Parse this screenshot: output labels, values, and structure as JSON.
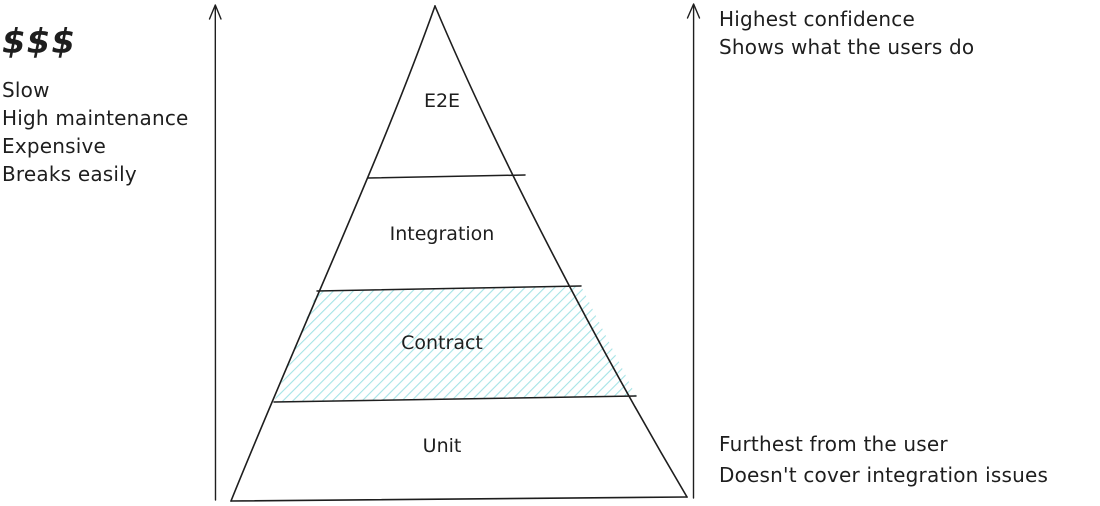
{
  "left_panel": {
    "cost": "$$$",
    "traits": [
      "Slow",
      "High maintenance",
      "Expensive",
      "Breaks easily"
    ]
  },
  "pyramid": {
    "layers": [
      {
        "label": "E2E",
        "highlighted": false
      },
      {
        "label": "Integration",
        "highlighted": false
      },
      {
        "label": "Contract",
        "highlighted": true
      },
      {
        "label": "Unit",
        "highlighted": false
      }
    ],
    "highlight_color": "#a5e3e6",
    "stroke_color": "#1e1e1e"
  },
  "right_panel": {
    "top_notes": [
      "Highest confidence",
      "Shows what the users do"
    ],
    "bottom_notes": [
      "Furthest from the user",
      "Doesn't cover integration issues"
    ]
  }
}
